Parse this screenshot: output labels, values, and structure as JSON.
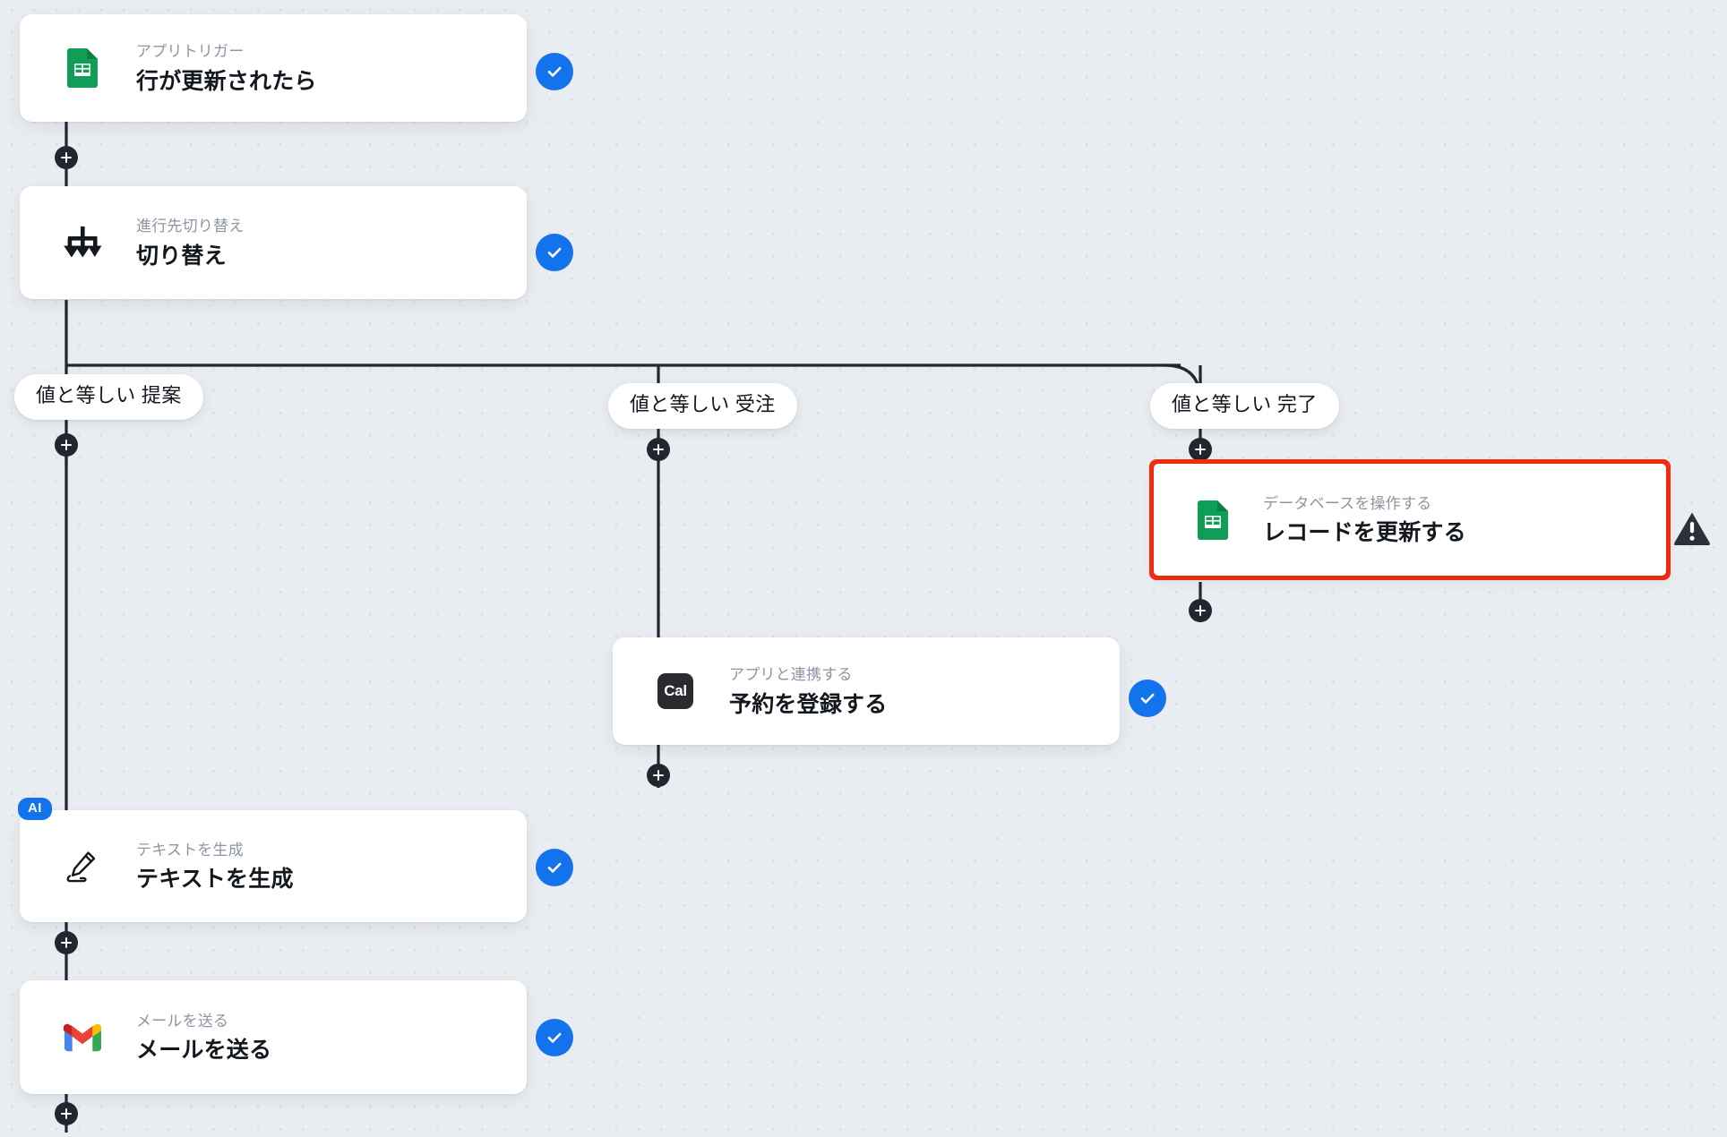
{
  "canvas": {
    "background_color": "#e9ecf0",
    "dot_color": "#d9dde3",
    "edge_color": "#22262e"
  },
  "colors": {
    "accent_blue": "#1373ec",
    "error_red": "#f42d0e",
    "warning_dark": "#2b3039",
    "card_white": "#ffffff",
    "subtitle_grey": "#8d95a3",
    "title_dark": "#13181f"
  },
  "nodes": [
    {
      "id": "trigger-sheets",
      "subtitle": "アプリトリガー",
      "title": "行が更新されたら",
      "icon": "google-sheets-icon",
      "status": "success",
      "ai": false
    },
    {
      "id": "switch",
      "subtitle": "進行先切り替え",
      "title": "切り替え",
      "icon": "switch-branch-icon",
      "status": "success",
      "ai": false
    },
    {
      "id": "update-record",
      "subtitle": "データベースを操作する",
      "title": "レコードを更新する",
      "icon": "google-sheets-icon",
      "status": "error",
      "ai": false
    },
    {
      "id": "cal-booking",
      "subtitle": "アプリと連携する",
      "title": "予約を登録する",
      "icon": "cal-icon",
      "icon_text": "Cal",
      "status": "success",
      "ai": false
    },
    {
      "id": "generate-text",
      "subtitle": "テキストを生成",
      "title": "テキストを生成",
      "icon": "pen-write-icon",
      "status": "success",
      "ai": true,
      "ai_badge_label": "AI"
    },
    {
      "id": "send-mail",
      "subtitle": "メールを送る",
      "title": "メールを送る",
      "icon": "gmail-icon",
      "status": "success",
      "ai": false
    }
  ],
  "branches": [
    {
      "id": "branch-teian",
      "label": "値と等しい 提案"
    },
    {
      "id": "branch-juchu",
      "label": "値と等しい 受注"
    },
    {
      "id": "branch-kanryo",
      "label": "値と等しい 完了"
    }
  ],
  "handles": {
    "add_step_label": "+"
  }
}
